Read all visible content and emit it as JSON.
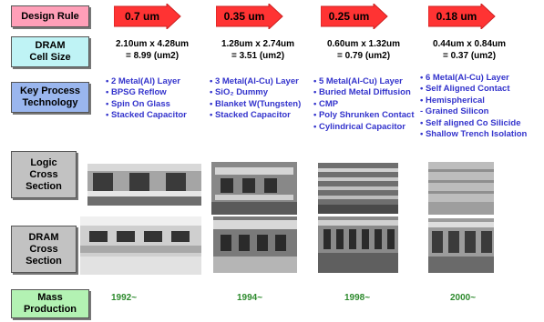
{
  "colors": {
    "pink": "#ff9fb8",
    "cyan": "#bff3f5",
    "blue": "#9ab6ee",
    "gray": "#c2c2c2",
    "green": "#b3f2b3",
    "arrow": "#ff3333",
    "process_text": "#3333cc",
    "year_text": "#2e8b2e"
  },
  "row_labels": {
    "design_rule": "Design Rule",
    "dram_cell_size": "DRAM\nCell Size",
    "key_process": "Key Process\nTechnology",
    "logic_cross": "Logic\nCross\nSection",
    "dram_cross": "DRAM\nCross\nSection",
    "mass_production": "Mass\nProduction"
  },
  "generations": [
    {
      "rule": "0.7 um",
      "cell_size": "2.10um x 4.28um\n= 8.99 (um2)",
      "process": [
        "• 2 Metal(Al) Layer",
        "• BPSG Reflow",
        "• Spin On Glass",
        "• Stacked Capacitor"
      ],
      "year": "1992~"
    },
    {
      "rule": "0.35 um",
      "cell_size": "1.28um x 2.74um\n= 3.51 (um2)",
      "process": [
        "• 3 Metal(Al-Cu) Layer",
        "• SiO₂ Dummy",
        "• Blanket W(Tungsten)",
        "• Stacked Capacitor"
      ],
      "year": "1994~"
    },
    {
      "rule": "0.25 um",
      "cell_size": "0.60um x 1.32um\n= 0.79 (um2)",
      "process": [
        "• 5 Metal(Al-Cu) Layer",
        "• Buried Metal Diffusion",
        "• CMP",
        "• Poly Shrunken Contact",
        "• Cylindrical Capacitor"
      ],
      "year": "1998~"
    },
    {
      "rule": "0.18 um",
      "cell_size": "0.44um x 0.84um\n= 0.37 (um2)",
      "process": [
        "• 6 Metal(Al-Cu) Layer",
        "• Self Aligned Contact",
        "• Hemispherical",
        "   - Grained Silicon",
        "• Self aligned Co Silicide",
        "• Shallow Trench Isolation"
      ],
      "year": "2000~"
    }
  ]
}
